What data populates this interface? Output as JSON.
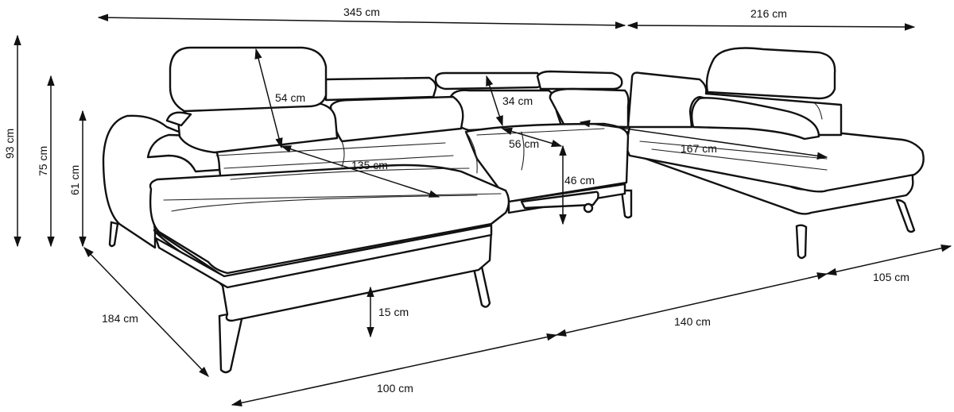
{
  "diagram": {
    "subject": "U-shaped corner sofa with adjustable headrests",
    "dimensions": {
      "total_width_left": "345 cm",
      "total_width_right": "216 cm",
      "height_max": "93 cm",
      "height_back": "75 cm",
      "height_armrest": "61 cm",
      "headrest_height": "54 cm",
      "backrest_top": "34 cm",
      "seat_depth": "56 cm",
      "seat_height": "46 cm",
      "chaise_length": "135 cm",
      "right_chaise_length": "167 cm",
      "leg_height": "15 cm",
      "depth_left": "184 cm",
      "front_segment_1": "100 cm",
      "front_segment_2": "140 cm",
      "front_segment_3": "105 cm"
    }
  }
}
